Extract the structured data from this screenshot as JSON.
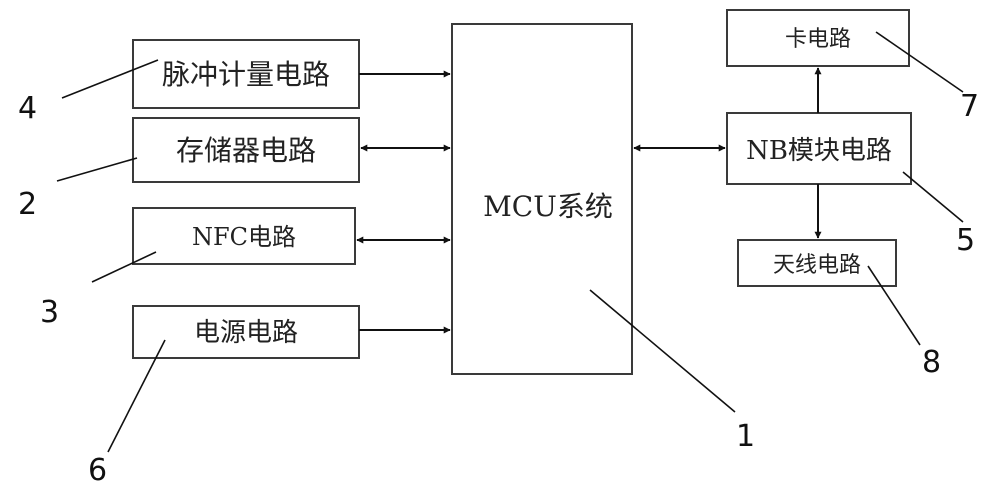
{
  "diagram": {
    "blocks": {
      "pulse": "脉冲计量电路",
      "storage": "存储器电路",
      "nfc": "NFC电路",
      "power": "电源电路",
      "mcu": "MCU系统",
      "nb": "NB模块电路",
      "card": "卡电路",
      "antenna": "天线电路"
    },
    "callouts": {
      "c1": "1",
      "c2": "2",
      "c3": "3",
      "c4": "4",
      "c5": "5",
      "c6": "6",
      "c7": "7",
      "c8": "8"
    }
  }
}
